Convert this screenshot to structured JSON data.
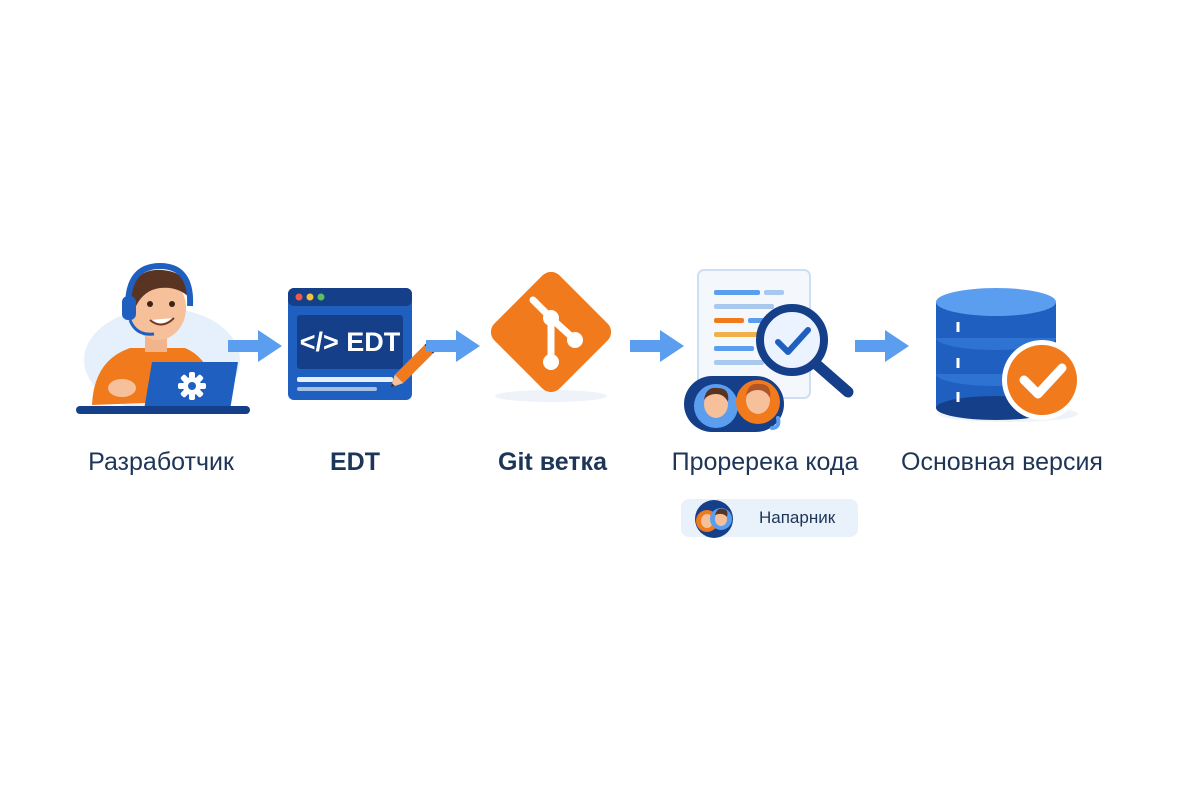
{
  "steps": [
    {
      "label": "Разработчик",
      "icon": "developer-laptop-icon"
    },
    {
      "label": "EDT",
      "icon": "edt-editor-icon"
    },
    {
      "label": "Git ветка",
      "icon": "git-branch-icon"
    },
    {
      "label": "Проререка кода",
      "icon": "code-review-icon"
    },
    {
      "label": "Основная версия",
      "icon": "database-check-icon"
    }
  ],
  "edt_window": {
    "text": "</> EDT"
  },
  "partner": {
    "label": "Напарник",
    "icon": "pair-avatars-icon"
  },
  "colors": {
    "primary_blue": "#1f5fbf",
    "dark_blue": "#163f8a",
    "light_blue": "#5b9ef0",
    "orange": "#f07a1c",
    "text": "#1d3557"
  }
}
